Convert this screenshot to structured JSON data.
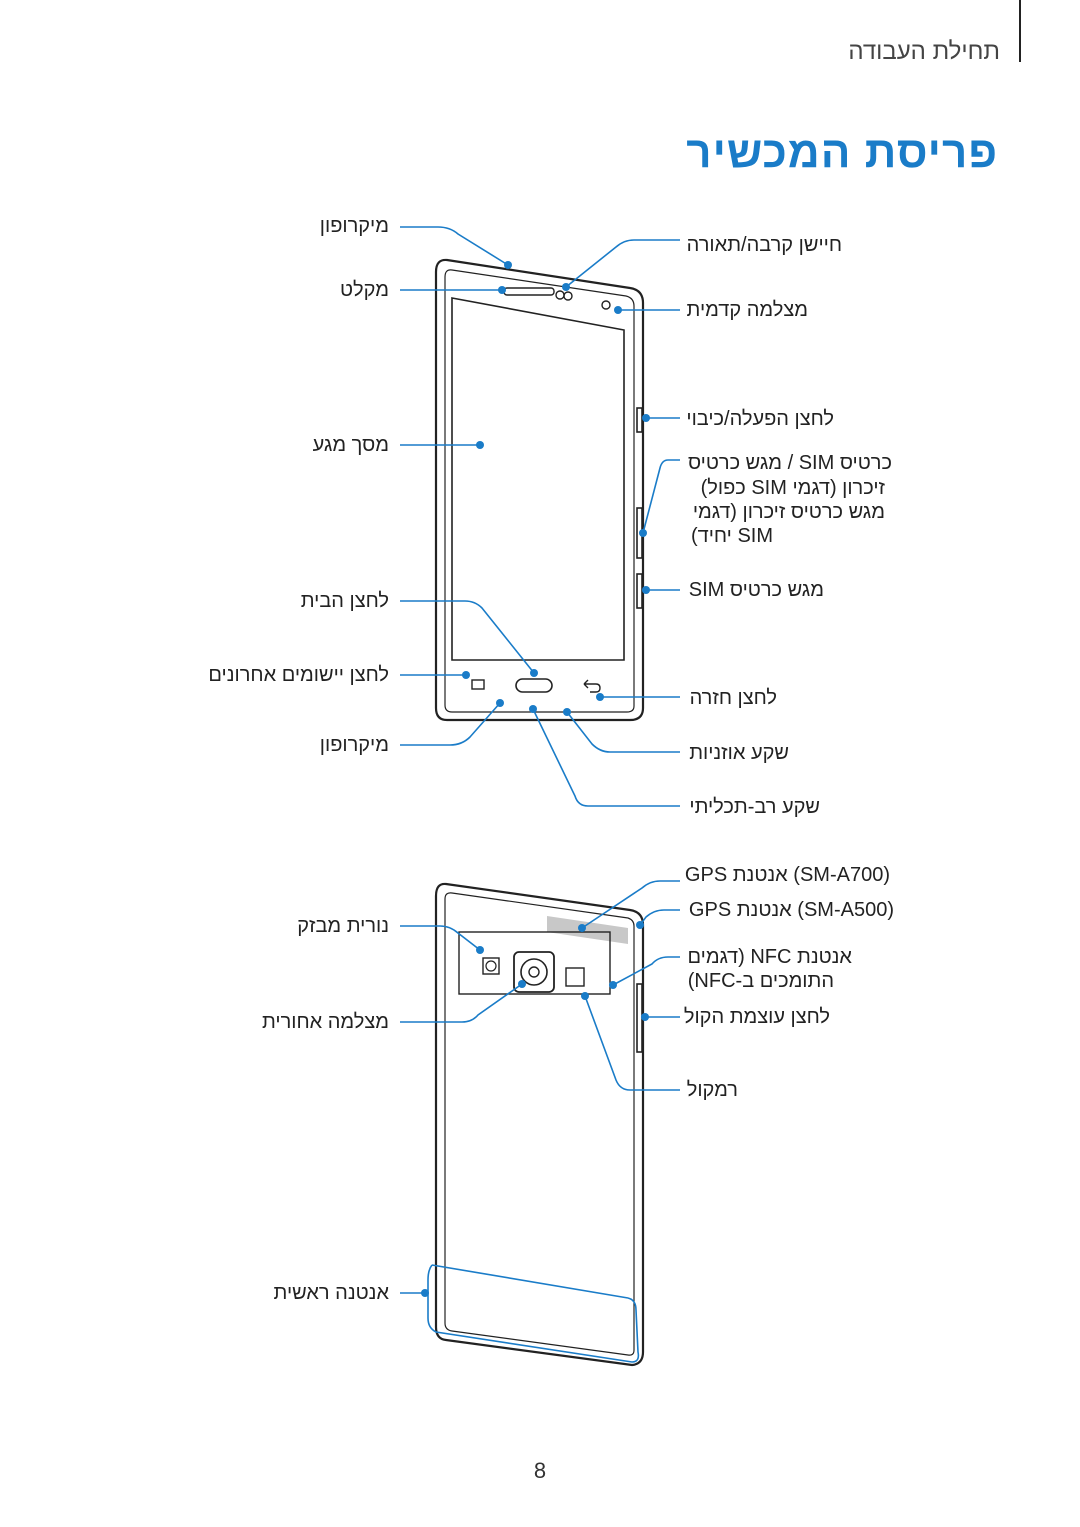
{
  "header": {
    "section": "תחילת העבודה"
  },
  "title": "פריסת המכשיר",
  "front": {
    "left_labels": {
      "microphone_top": "מיקרופון",
      "speaker": "מקלט",
      "touchscreen": "מסך מגע",
      "home_key": "לחצן הבית",
      "recent_apps_key": "לחצן יישומים אחרונים",
      "microphone_bottom": "מיקרופון"
    },
    "right_labels": {
      "proximity_sensor": "חיישן קרבה/תאורה",
      "front_camera": "מצלמה קדמית",
      "power_key": "לחצן הפעלה/כיבוי",
      "sim_tray_lines": [
        "כרטיס SIM / מגש כרטיס",
        "זיכרון (דגמי SIM כפול)",
        "מגש כרטיס זיכרון (דגמי",
        "SIM יחיד)"
      ],
      "sim_tray": "מגש כרטיס SIM",
      "back_key": "לחצן חזרה",
      "headset_jack": "שקע אוזניות",
      "multipurpose_jack": "שקע רב-תכליתי"
    }
  },
  "back": {
    "left_labels": {
      "flash": "נורית מבזק",
      "rear_camera": "מצלמה אחורית",
      "main_antenna": "אנטנה ראשית"
    },
    "right_labels": {
      "gps_a700": "(SM-A700) אנטנת GPS",
      "gps_a500": "(SM-A500)  אנטנת GPS",
      "nfc_lines": [
        "אנטנת NFC (דגמים",
        "התומכים ב-NFC)"
      ],
      "volume_key": "לחצן עוצמת הקול",
      "speaker": "רמקול"
    }
  },
  "colors": {
    "accent": "#1a7cc8",
    "device": "#222222",
    "callout": "#1a7cc8"
  },
  "page_number": "8"
}
